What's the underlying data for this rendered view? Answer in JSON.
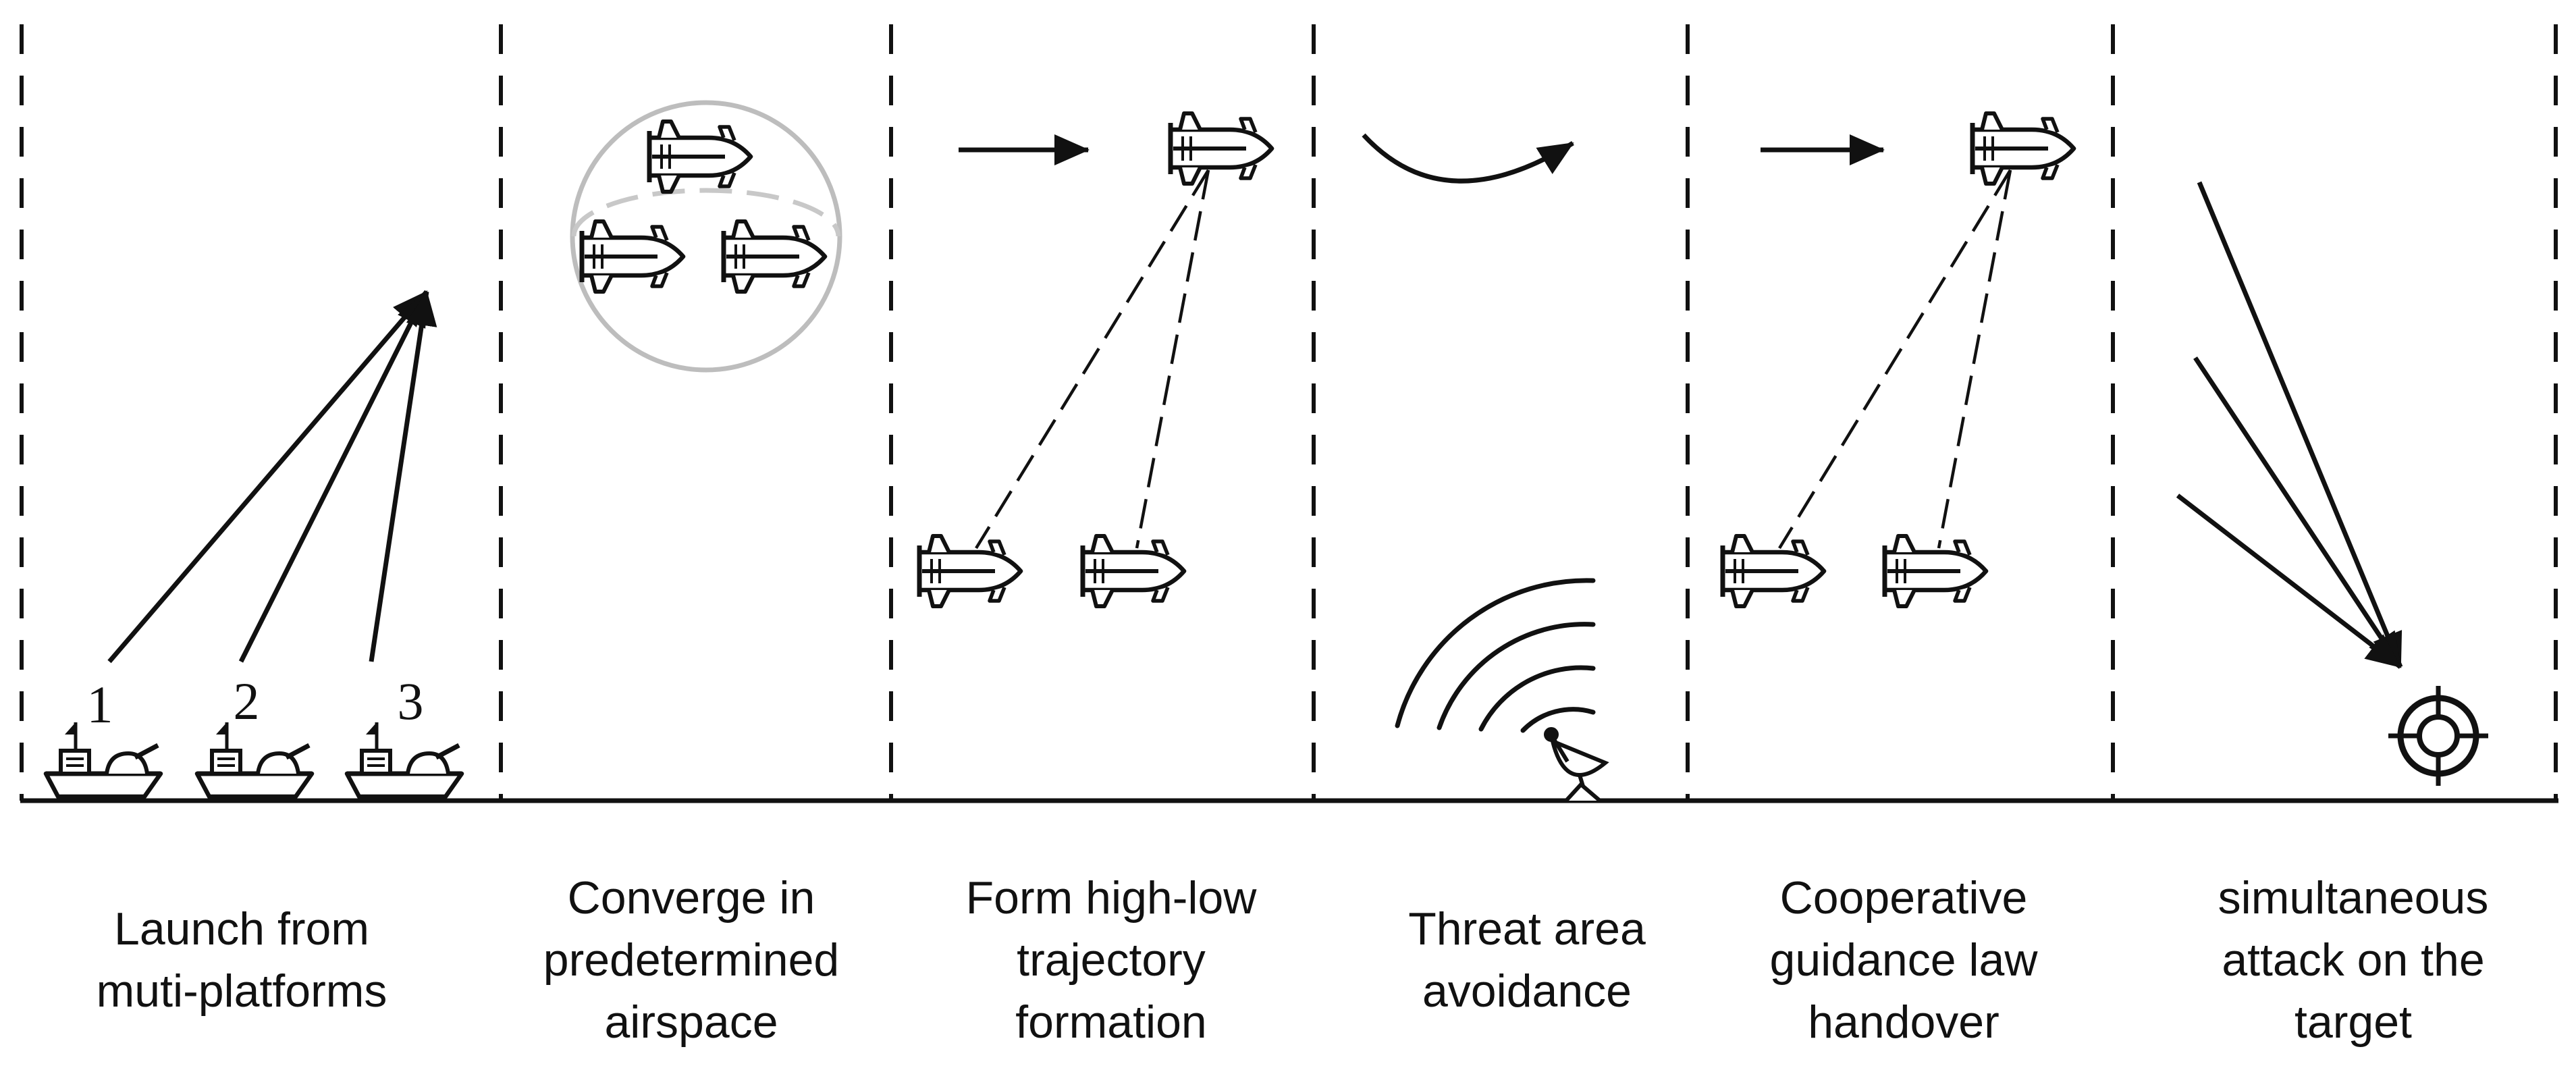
{
  "diagram": {
    "stages": [
      {
        "id": "launch",
        "caption": [
          "Launch from",
          "muti-platforms"
        ]
      },
      {
        "id": "converge",
        "caption": [
          "Converge in",
          "predetermined",
          "airspace"
        ]
      },
      {
        "id": "formation",
        "caption": [
          "Form high-low",
          "trajectory",
          "formation"
        ]
      },
      {
        "id": "avoidance",
        "caption": [
          "Threat area",
          "avoidance"
        ]
      },
      {
        "id": "handover",
        "caption": [
          "Cooperative",
          "guidance law",
          "handover"
        ]
      },
      {
        "id": "attack",
        "caption": [
          "simultaneous",
          "attack on the",
          "target"
        ]
      }
    ],
    "platform_numbers": [
      "1",
      "2",
      "3"
    ]
  }
}
